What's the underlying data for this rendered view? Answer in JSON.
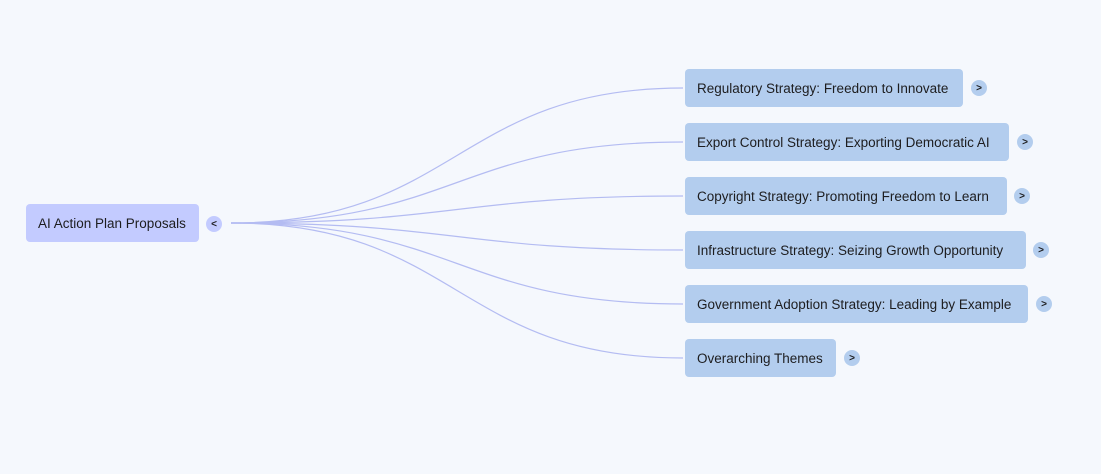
{
  "root": {
    "label": "AI Action Plan Proposals",
    "toggle": "<"
  },
  "children": [
    {
      "label": "Regulatory Strategy: Freedom to Innovate",
      "toggle": ">"
    },
    {
      "label": "Export Control Strategy: Exporting Democratic AI",
      "toggle": ">"
    },
    {
      "label": "Copyright Strategy: Promoting Freedom to Learn",
      "toggle": ">"
    },
    {
      "label": "Infrastructure Strategy: Seizing Growth Opportunity",
      "toggle": ">"
    },
    {
      "label": "Government Adoption Strategy: Leading by Example",
      "toggle": ">"
    },
    {
      "label": "Overarching Themes",
      "toggle": ">"
    }
  ],
  "colors": {
    "background": "#f5f8fd",
    "root_fill": "#c3cbff",
    "child_fill": "#b3cdee",
    "connector": "#b4bcf2"
  }
}
